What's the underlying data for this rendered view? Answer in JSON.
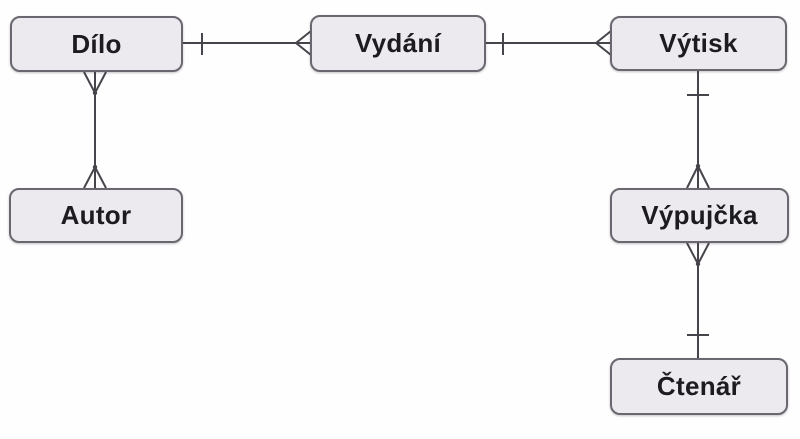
{
  "diagram": {
    "kind": "entity-relationship-diagram",
    "notation": "crows-foot",
    "entities": [
      {
        "label": "Dílo"
      },
      {
        "label": "Vydání"
      },
      {
        "label": "Výtisk"
      },
      {
        "label": "Autor"
      },
      {
        "label": "Výpujčka"
      },
      {
        "label": "Čtenář"
      }
    ],
    "relationships": [
      {
        "from": "Dílo",
        "to": "Vydání",
        "from_end": "one",
        "to_end": "many"
      },
      {
        "from": "Vydání",
        "to": "Výtisk",
        "from_end": "one",
        "to_end": "many"
      },
      {
        "from": "Dílo",
        "to": "Autor",
        "from_end": "many",
        "to_end": "many"
      },
      {
        "from": "Výtisk",
        "to": "Výpujčka",
        "from_end": "one",
        "to_end": "many"
      },
      {
        "from": "Čtenář",
        "to": "Výpujčka",
        "from_end": "one",
        "to_end": "many"
      }
    ],
    "colors": {
      "background": "#fefefe",
      "entity_fill": "#ece9ef",
      "entity_border": "#6b6770",
      "connector": "#47444b",
      "label_text": "#1c1b1f"
    }
  }
}
